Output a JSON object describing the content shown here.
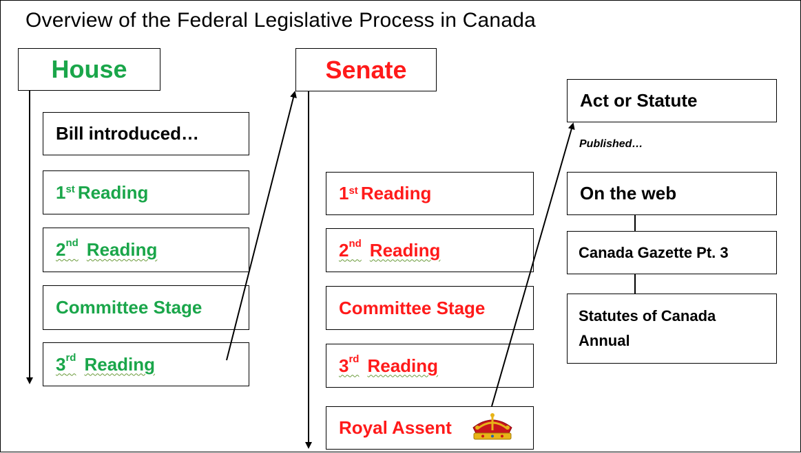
{
  "title": "Overview of the Federal Legislative Process in Canada",
  "colors": {
    "house": "#1aa64a",
    "senate": "#ff1a1a",
    "text": "#000000"
  },
  "house": {
    "label": "House",
    "steps": [
      {
        "text": "Bill introduced…",
        "sup": ""
      },
      {
        "text": "Reading",
        "sup": "st",
        "num": "1"
      },
      {
        "text": "Reading",
        "sup": "nd",
        "num": "2"
      },
      {
        "text": "Committee Stage",
        "sup": ""
      },
      {
        "text": "Reading",
        "sup": "rd",
        "num": "3"
      }
    ]
  },
  "senate": {
    "label": "Senate",
    "steps": [
      {
        "text": "Reading",
        "sup": "st",
        "num": "1"
      },
      {
        "text": "Reading",
        "sup": "nd",
        "num": "2"
      },
      {
        "text": "Committee Stage",
        "sup": ""
      },
      {
        "text": "Reading",
        "sup": "rd",
        "num": "3"
      },
      {
        "text": "Royal Assent",
        "sup": "",
        "icon": "crown-icon"
      }
    ]
  },
  "publication": {
    "act": "Act or Statute",
    "note": "Published…",
    "outlets": [
      "On the web",
      "Canada Gazette Pt. 3",
      "Statutes of Canada Annual"
    ]
  }
}
